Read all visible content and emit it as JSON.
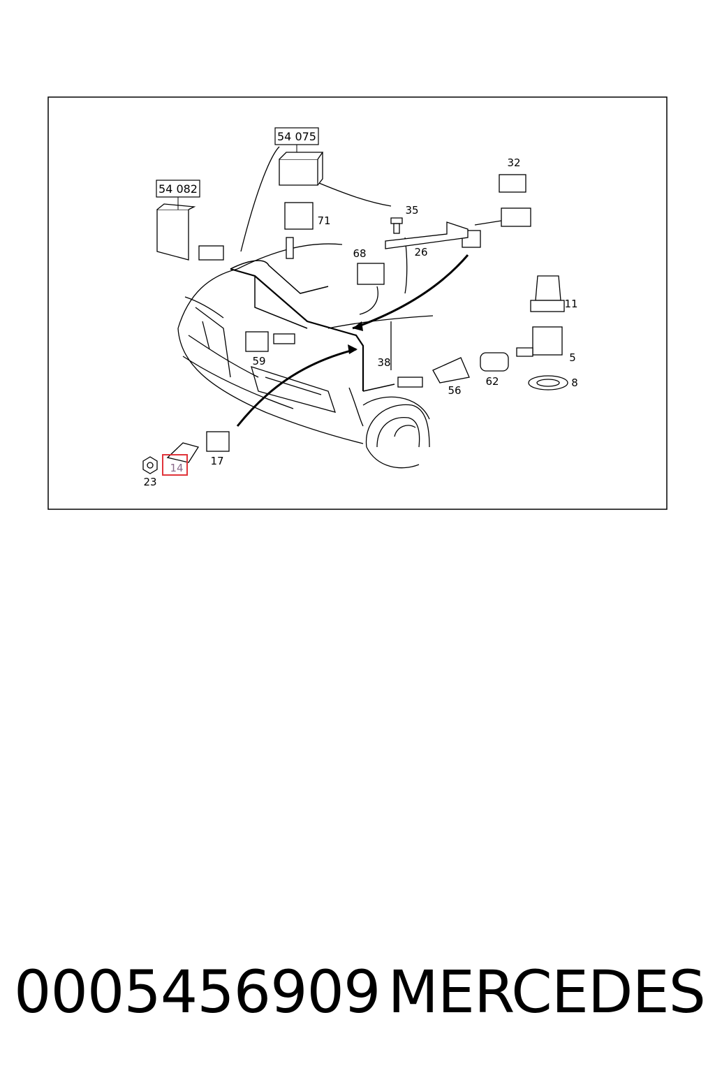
{
  "diagram": {
    "box_labels": [
      "54 075",
      "54 082"
    ],
    "labels": [
      "32",
      "35",
      "71",
      "26",
      "68",
      "11",
      "5",
      "8",
      "62",
      "56",
      "38",
      "59",
      "17",
      "23"
    ],
    "highlighted_label": "14",
    "highlight_color": "#e0343a"
  },
  "footer": {
    "part_number": "0005456909",
    "brand": "MERCEDES"
  }
}
